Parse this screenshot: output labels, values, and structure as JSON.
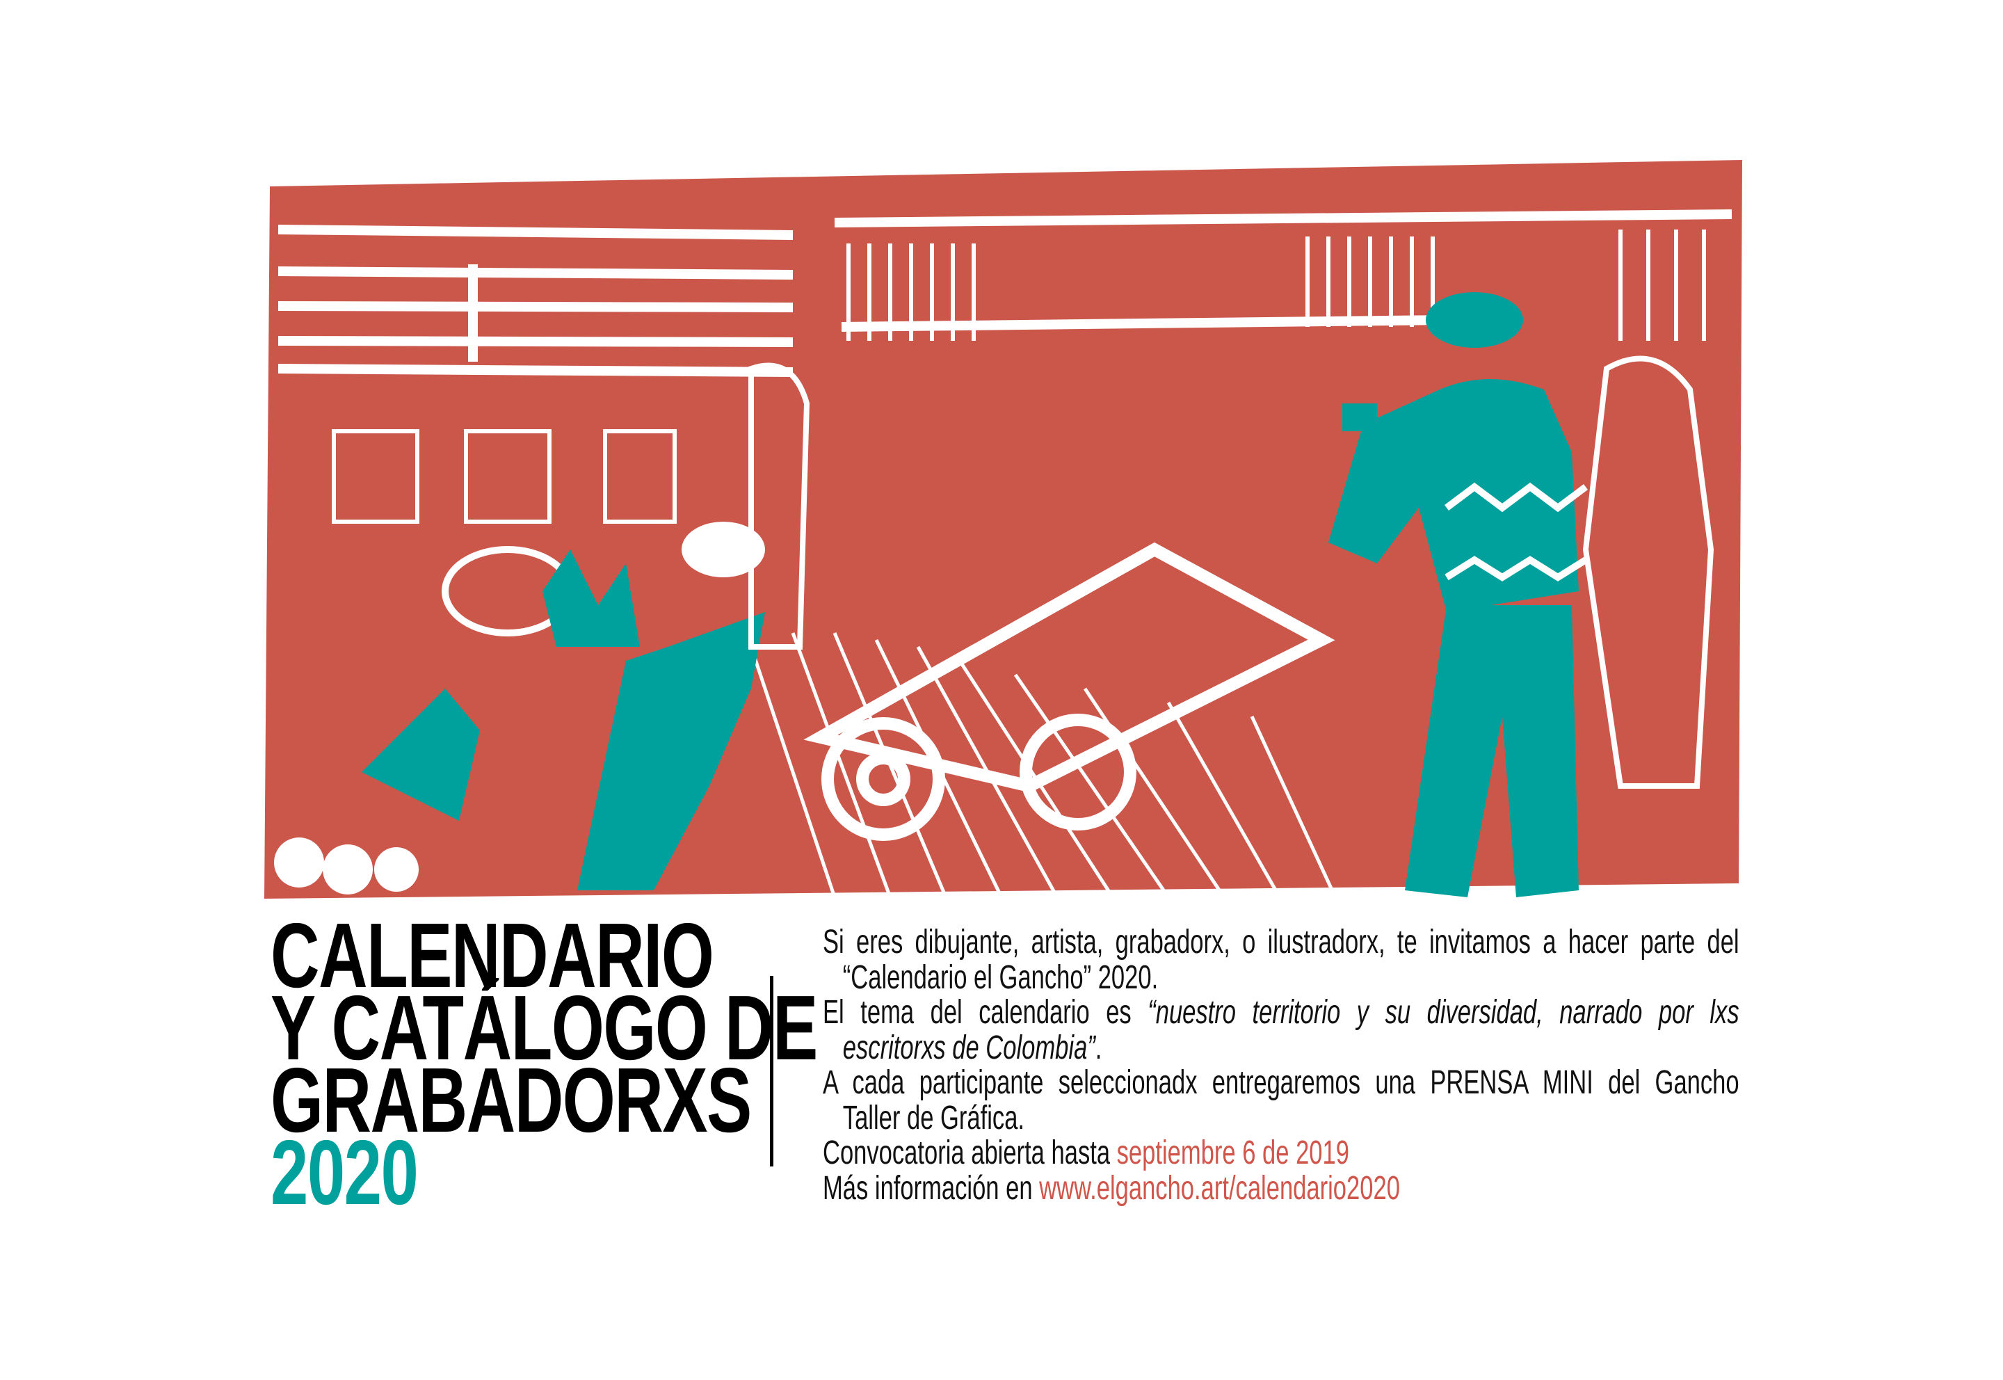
{
  "colors": {
    "brick_red": "#cb574b",
    "teal": "#00a19d",
    "text": "#111111"
  },
  "illustration": {
    "description_icon": "linocut-market-scene"
  },
  "title": {
    "line1": "CALENDARIO",
    "line2": "Y CATÁLOGO DE",
    "line3": "GRABADORXS",
    "year": "2020"
  },
  "body": {
    "p1_line1": "Si eres dibujante, artista, grabadorx, o ilustradorx, te invitamos a hacer parte del",
    "p1_line2": "“Calendario el Gancho” 2020.",
    "p2_line1_plain": "El tema del calendario es ",
    "p2_line1_italic": "“nuestro territorio y su diversidad, narrado por lxs",
    "p2_line2_italic": "escritorxs de Colombia”",
    "p2_line2_end": ".",
    "p3_line1": "A cada participante seleccionadx entregaremos una PRENSA MINI del Gancho",
    "p3_line2": "Taller de Gráfica.",
    "p4_plain": "Convocatoria abierta hasta ",
    "p4_date": "septiembre 6 de 2019",
    "p5_plain": "Más información en ",
    "p5_link": "www.elgancho.art/calendario2020"
  }
}
